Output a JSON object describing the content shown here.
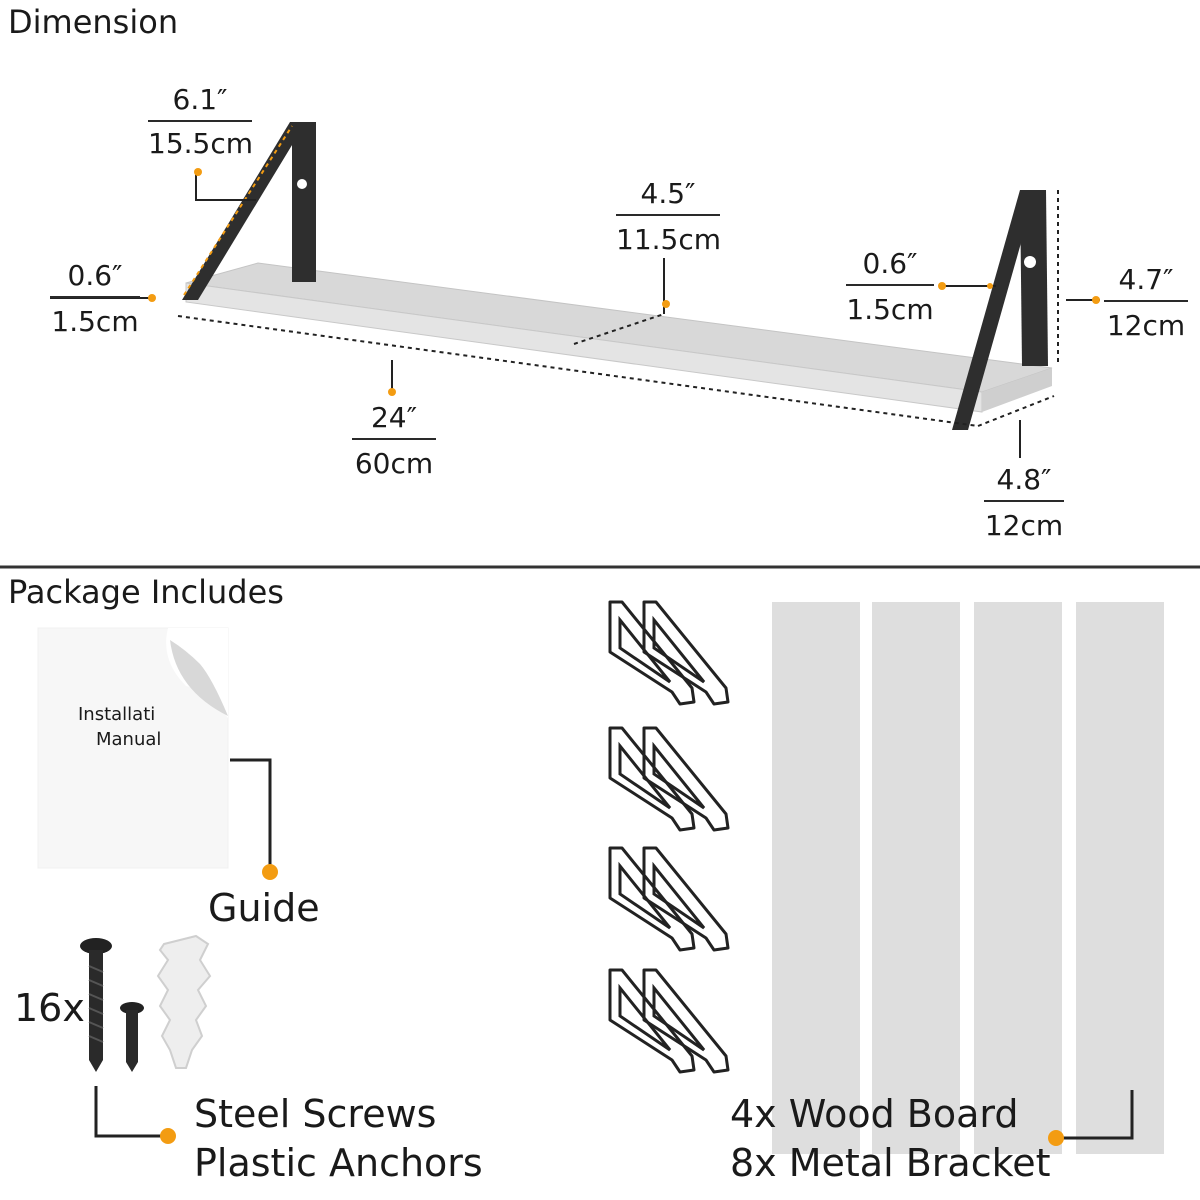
{
  "sections": {
    "dimension_title": "Dimension",
    "package_title": "Package Includes"
  },
  "dimensions": {
    "bracket_height_in": "6.1″",
    "bracket_height_cm": "15.5cm",
    "thickness_left_in": "0.6″",
    "thickness_left_cm": "1.5cm",
    "length_in": "24″",
    "length_cm": "60cm",
    "center_in": "4.5″",
    "center_cm": "11.5cm",
    "strap_in": "0.6″",
    "strap_cm": "1.5cm",
    "side_height_in": "4.7″",
    "side_height_cm": "12cm",
    "depth_in": "4.8″",
    "depth_cm": "12cm"
  },
  "package": {
    "manual_line1": "Installati",
    "manual_line2": "Manual",
    "guide_label": "Guide",
    "screws_count": "16x",
    "screws_line1": "Steel Screws",
    "screws_line2": "Plastic Anchors",
    "boards_line1": "4x Wood Board",
    "boards_line2": "8x Metal Bracket"
  },
  "colors": {
    "accent_dot": "#f39c12",
    "board_gray": "#dcdcdc",
    "bracket_black": "#2e2e2e",
    "divider": "#333333"
  },
  "icons": [
    "shelf-illustration",
    "manual-icon",
    "screw-icon",
    "anchor-icon",
    "bracket-icon",
    "board-icon"
  ]
}
